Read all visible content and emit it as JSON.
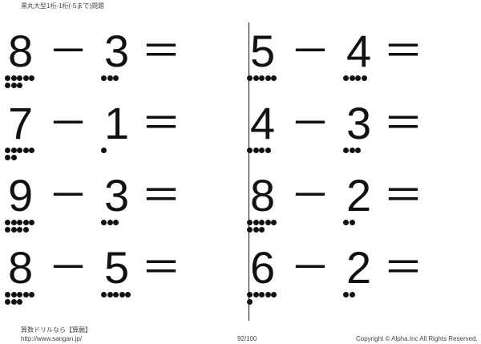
{
  "title": "黒丸大型1桁-1桁(-5まで)問題",
  "operator_minus": "－",
  "operator_equals": "＝",
  "problems": [
    {
      "a": 8,
      "b": 3
    },
    {
      "a": 7,
      "b": 1
    },
    {
      "a": 9,
      "b": 3
    },
    {
      "a": 8,
      "b": 5
    },
    {
      "a": 5,
      "b": 4
    },
    {
      "a": 4,
      "b": 3
    },
    {
      "a": 8,
      "b": 2
    },
    {
      "a": 6,
      "b": 2
    }
  ],
  "footer": {
    "brand": "算数ドリルなら【算願】",
    "url": "http://www.sangan.jp/",
    "page": "92/100",
    "copyright": "Copyright © Alpha.Inc All Rights Reserved."
  }
}
